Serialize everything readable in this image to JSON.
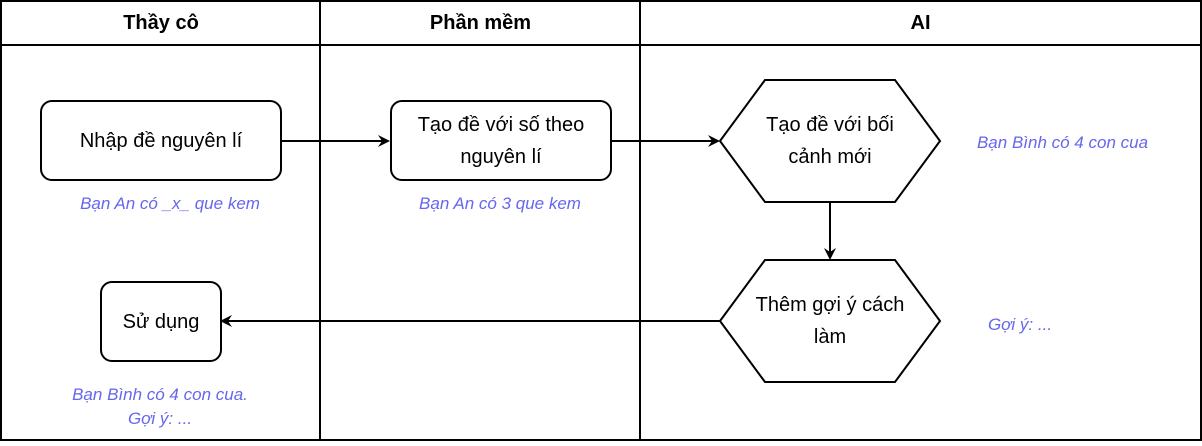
{
  "lanes": {
    "teacher": "Thầy cô",
    "software": "Phần mềm",
    "ai": "AI"
  },
  "nodes": {
    "input_problem": "Nhập đề nguyên lí",
    "create_with_numbers": "Tạo đề với số theo nguyên lí",
    "create_with_context": "Tạo đề với bối cảnh mới",
    "add_hints": "Thêm gợi ý cách làm",
    "use": "Sử dụng"
  },
  "notes": {
    "template_example": "Bạn An có _x_ que kem",
    "numbers_example": "Bạn An có 3 que kem",
    "context_example": "Bạn Bình có 4 con cua",
    "hint_example": "Gợi ý: ...",
    "final_line1": "Bạn Bình có 4 con cua.",
    "final_line2": "Gợi ý: ..."
  },
  "colors": {
    "note": "#6666ee",
    "border": "#000000"
  }
}
